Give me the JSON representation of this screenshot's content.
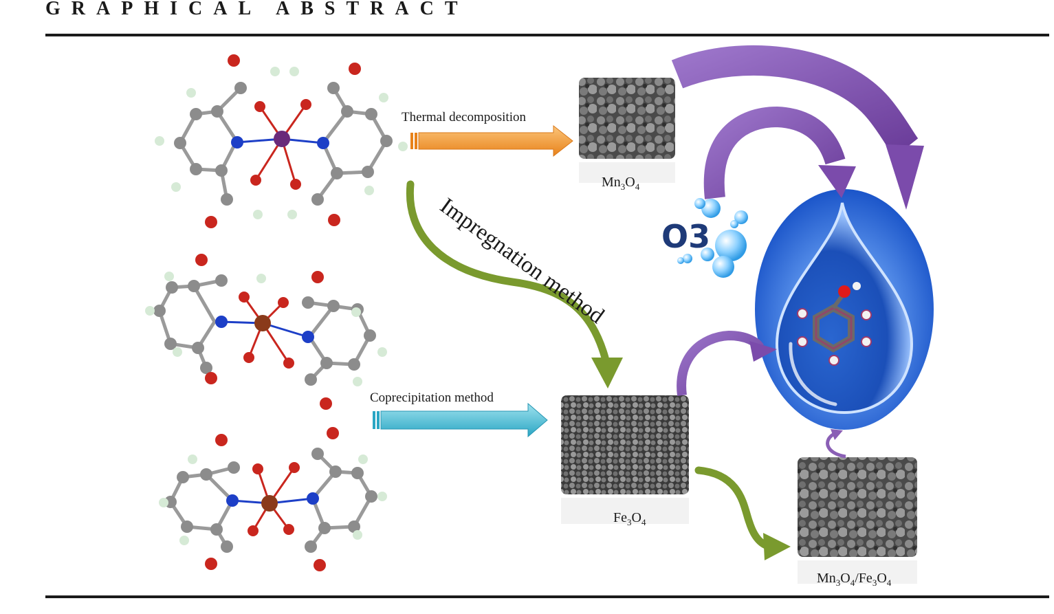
{
  "header": {
    "title": "GRAPHICAL ABSTRACT"
  },
  "labels": {
    "thermal": "Thermal decomposition",
    "impregnation": "Impregnation method",
    "coprecipitation": "Coprecipitation method",
    "ozone": "O3"
  },
  "products": {
    "mn3o4": {
      "parts": [
        "Mn",
        "3",
        "O",
        "4"
      ]
    },
    "fe3o4": {
      "parts": [
        "Fe",
        "3",
        "O",
        "4"
      ]
    },
    "composite": {
      "parts": [
        "Mn",
        "3",
        "O",
        "4",
        "/Fe",
        "3",
        "O",
        "4"
      ]
    }
  },
  "colors": {
    "thermal_arrow": "#f39a2b",
    "coprecip_arrow": "#3bbad3",
    "impregnation_arrow": "#7a9a2e",
    "catalytic_arrow": "#8a5fb5",
    "droplet": "#1e63d6",
    "oxygen_atom": "#c9261e",
    "nitrogen_atom": "#1d3fc7",
    "carbon_atom": "#8c8c8c",
    "hydrogen_atom": "#cfe6cf",
    "mn_center": "#6a2a7a",
    "fe_center": "#8a3a1a"
  }
}
